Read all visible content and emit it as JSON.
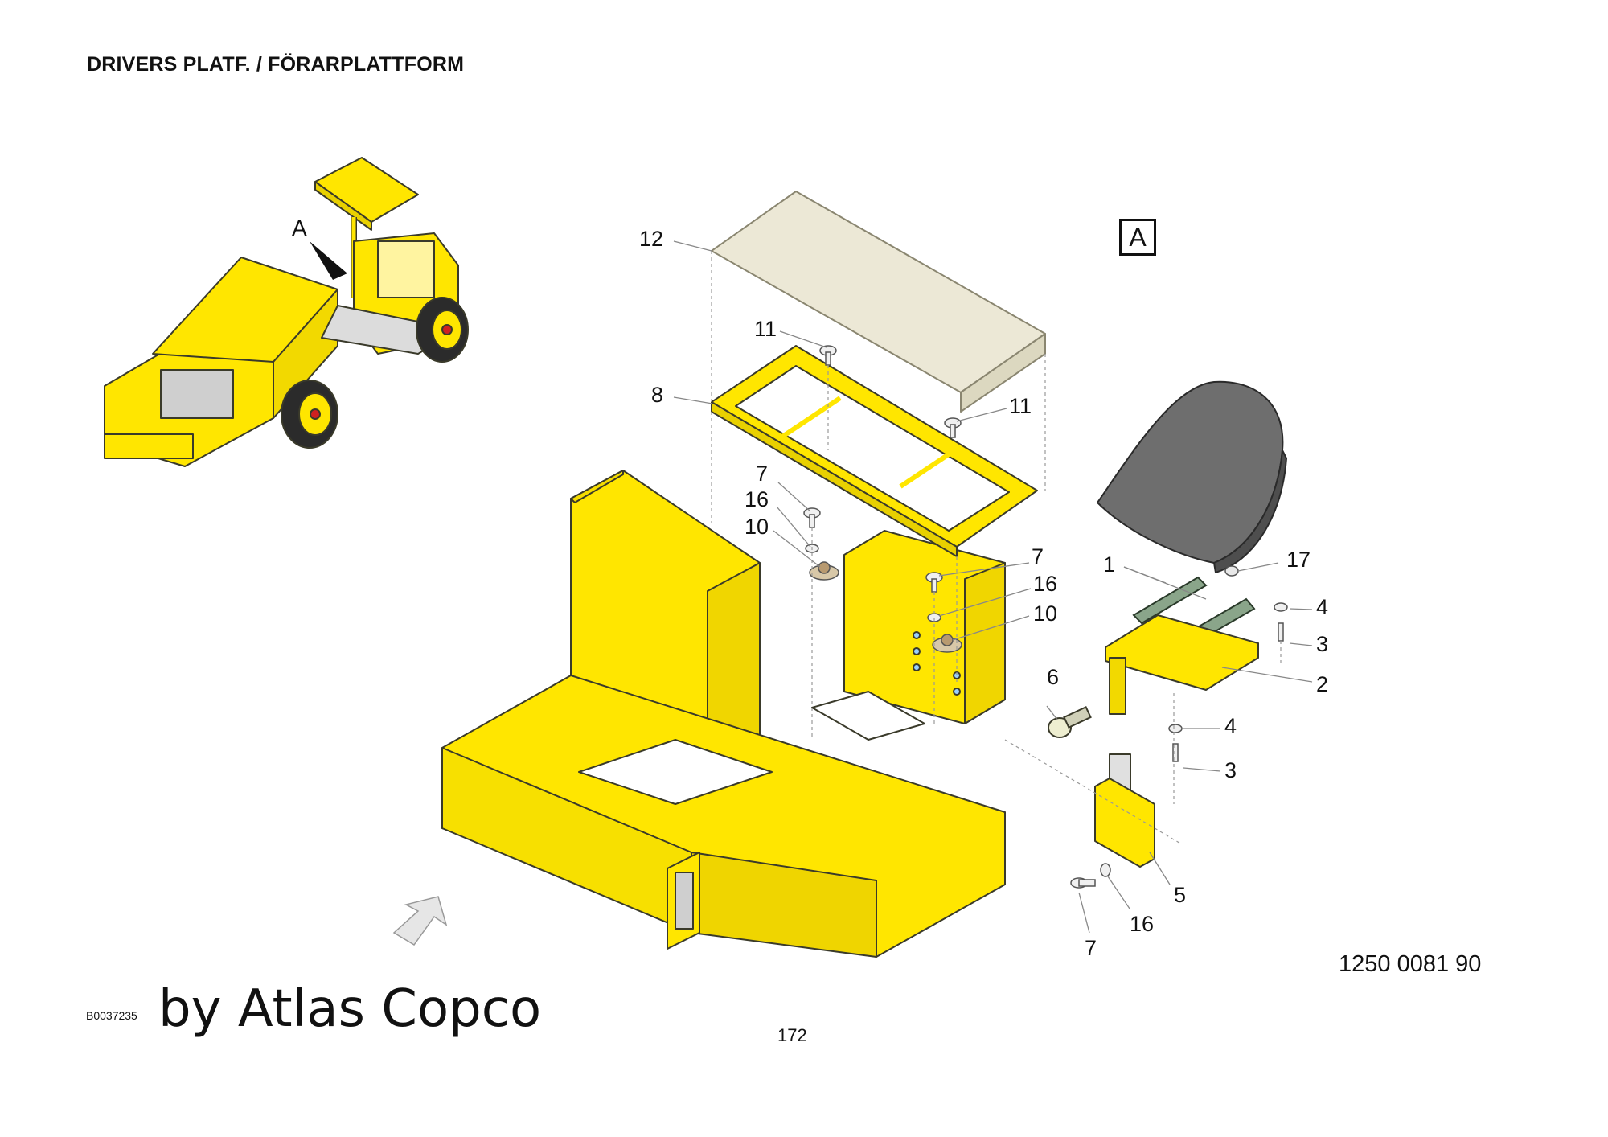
{
  "page": {
    "title": "DRIVERS PLATF. / FÖRARPLATTFORM",
    "doc_number": "1250 0081 90",
    "drawing_id": "B0037235",
    "watermark": "by Atlas Copco",
    "page_number": "172",
    "section_marker": "A",
    "overview_callout": "A"
  },
  "callouts": [
    {
      "id": "12",
      "text": "12"
    },
    {
      "id": "11a",
      "text": "11"
    },
    {
      "id": "11b",
      "text": "11"
    },
    {
      "id": "8",
      "text": "8"
    },
    {
      "id": "7a",
      "text": "7"
    },
    {
      "id": "16a",
      "text": "16"
    },
    {
      "id": "10a",
      "text": "10"
    },
    {
      "id": "7b",
      "text": "7"
    },
    {
      "id": "16b",
      "text": "16"
    },
    {
      "id": "10b",
      "text": "10"
    },
    {
      "id": "1",
      "text": "1"
    },
    {
      "id": "17",
      "text": "17"
    },
    {
      "id": "4a",
      "text": "4"
    },
    {
      "id": "3a",
      "text": "3"
    },
    {
      "id": "2",
      "text": "2"
    },
    {
      "id": "6",
      "text": "6"
    },
    {
      "id": "4b",
      "text": "4"
    },
    {
      "id": "3b",
      "text": "3"
    },
    {
      "id": "5",
      "text": "5"
    },
    {
      "id": "16c",
      "text": "16"
    },
    {
      "id": "7c",
      "text": "7"
    }
  ],
  "colors": {
    "machine_yellow": "#ffe600",
    "outline": "#3a3a2a",
    "seat_gray": "#6e6e6e",
    "plate_green": "#8aa58a",
    "cover_beige": "#ece8d6"
  }
}
